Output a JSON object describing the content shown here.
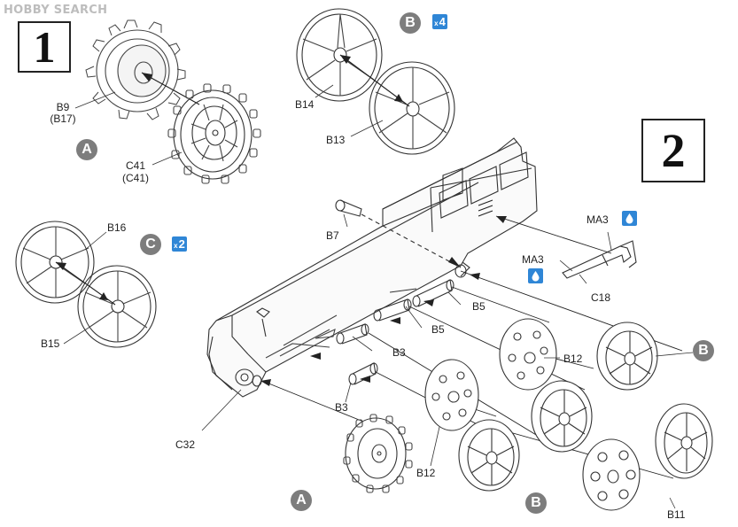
{
  "watermark": "HOBBY SEARCH",
  "steps": {
    "one": "1",
    "two": "2"
  },
  "callouts": {
    "a": "A",
    "b": "B",
    "c": "C"
  },
  "multipliers": {
    "b_count": "4",
    "c_count": "2"
  },
  "labels": {
    "b9": "B9",
    "b17": "(B17)",
    "c41": "C41",
    "c41b": "(C41)",
    "b14": "B14",
    "b13": "B13",
    "b16": "B16",
    "b15": "B15",
    "b7": "B7",
    "ma3": "MA3",
    "c18": "C18",
    "b5a": "B5",
    "b5b": "B5",
    "b3a": "B3",
    "b3b": "B3",
    "b12a": "B12",
    "b12b": "B12",
    "c32": "C32",
    "b11": "B11"
  },
  "icons": {
    "multiplier": "x-count-icon",
    "glue": "glue-drop-icon"
  },
  "colors": {
    "line": "#333333",
    "callout": "#7d7d7d",
    "accent": "#2f86d6"
  }
}
